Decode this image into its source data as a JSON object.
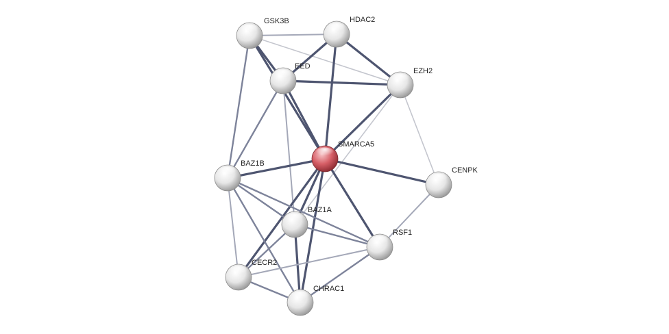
{
  "nodes": [
    {
      "id": "GSK3B",
      "label": "GSK3B",
      "query": false
    },
    {
      "id": "HDAC2",
      "label": "HDAC2",
      "query": false
    },
    {
      "id": "EED",
      "label": "EED",
      "query": false
    },
    {
      "id": "EZH2",
      "label": "EZH2",
      "query": false
    },
    {
      "id": "SMARCA5",
      "label": "SMARCA5",
      "query": true
    },
    {
      "id": "CENPK",
      "label": "CENPK",
      "query": false
    },
    {
      "id": "BAZ1B",
      "label": "BAZ1B",
      "query": false
    },
    {
      "id": "BAZ1A",
      "label": "BAZ1A",
      "query": false
    },
    {
      "id": "RSF1",
      "label": "RSF1",
      "query": false
    },
    {
      "id": "CECR2",
      "label": "CECR2",
      "query": false
    },
    {
      "id": "CHRAC1",
      "label": "CHRAC1",
      "query": false
    }
  ],
  "edges": [
    {
      "source": "GSK3B",
      "target": "HDAC2",
      "strength": "weak"
    },
    {
      "source": "GSK3B",
      "target": "EZH2",
      "strength": "faint"
    },
    {
      "source": "GSK3B",
      "target": "EED",
      "strength": "strong"
    },
    {
      "source": "GSK3B",
      "target": "SMARCA5",
      "strength": "strong"
    },
    {
      "source": "GSK3B",
      "target": "BAZ1B",
      "strength": "medium"
    },
    {
      "source": "HDAC2",
      "target": "EED",
      "strength": "strong"
    },
    {
      "source": "HDAC2",
      "target": "EZH2",
      "strength": "strong"
    },
    {
      "source": "HDAC2",
      "target": "SMARCA5",
      "strength": "strong"
    },
    {
      "source": "EED",
      "target": "EZH2",
      "strength": "strong"
    },
    {
      "source": "EED",
      "target": "SMARCA5",
      "strength": "strong"
    },
    {
      "source": "EED",
      "target": "BAZ1B",
      "strength": "medium"
    },
    {
      "source": "EED",
      "target": "BAZ1A",
      "strength": "weak"
    },
    {
      "source": "EZH2",
      "target": "SMARCA5",
      "strength": "strong"
    },
    {
      "source": "EZH2",
      "target": "CENPK",
      "strength": "faint"
    },
    {
      "source": "EZH2",
      "target": "BAZ1A",
      "strength": "faint"
    },
    {
      "source": "SMARCA5",
      "target": "BAZ1B",
      "strength": "strong"
    },
    {
      "source": "SMARCA5",
      "target": "CENPK",
      "strength": "strong"
    },
    {
      "source": "SMARCA5",
      "target": "BAZ1A",
      "strength": "strong"
    },
    {
      "source": "SMARCA5",
      "target": "RSF1",
      "strength": "strong"
    },
    {
      "source": "SMARCA5",
      "target": "CECR2",
      "strength": "strong"
    },
    {
      "source": "SMARCA5",
      "target": "CHRAC1",
      "strength": "strong"
    },
    {
      "source": "CENPK",
      "target": "RSF1",
      "strength": "weak"
    },
    {
      "source": "BAZ1B",
      "target": "BAZ1A",
      "strength": "medium"
    },
    {
      "source": "BAZ1B",
      "target": "RSF1",
      "strength": "medium"
    },
    {
      "source": "BAZ1B",
      "target": "CECR2",
      "strength": "weak"
    },
    {
      "source": "BAZ1B",
      "target": "CHRAC1",
      "strength": "medium"
    },
    {
      "source": "BAZ1A",
      "target": "RSF1",
      "strength": "medium"
    },
    {
      "source": "BAZ1A",
      "target": "CECR2",
      "strength": "medium"
    },
    {
      "source": "BAZ1A",
      "target": "CHRAC1",
      "strength": "strong"
    },
    {
      "source": "RSF1",
      "target": "CECR2",
      "strength": "weak"
    },
    {
      "source": "RSF1",
      "target": "CHRAC1",
      "strength": "medium"
    },
    {
      "source": "CECR2",
      "target": "CHRAC1",
      "strength": "medium"
    }
  ],
  "colors": {
    "node_fill": "#e6e6e6",
    "node_highlight": "#ffffff",
    "node_shadow": "#9a9a9a",
    "query_fill": "#d65e66",
    "query_highlight": "#f7c6c9",
    "query_shadow": "#8e2c33",
    "edge_strong": "#4e5570",
    "edge_medium": "#7d839a",
    "edge_weak": "#a4a8b8",
    "edge_faint": "#c4c6ce",
    "label": "#222222"
  }
}
